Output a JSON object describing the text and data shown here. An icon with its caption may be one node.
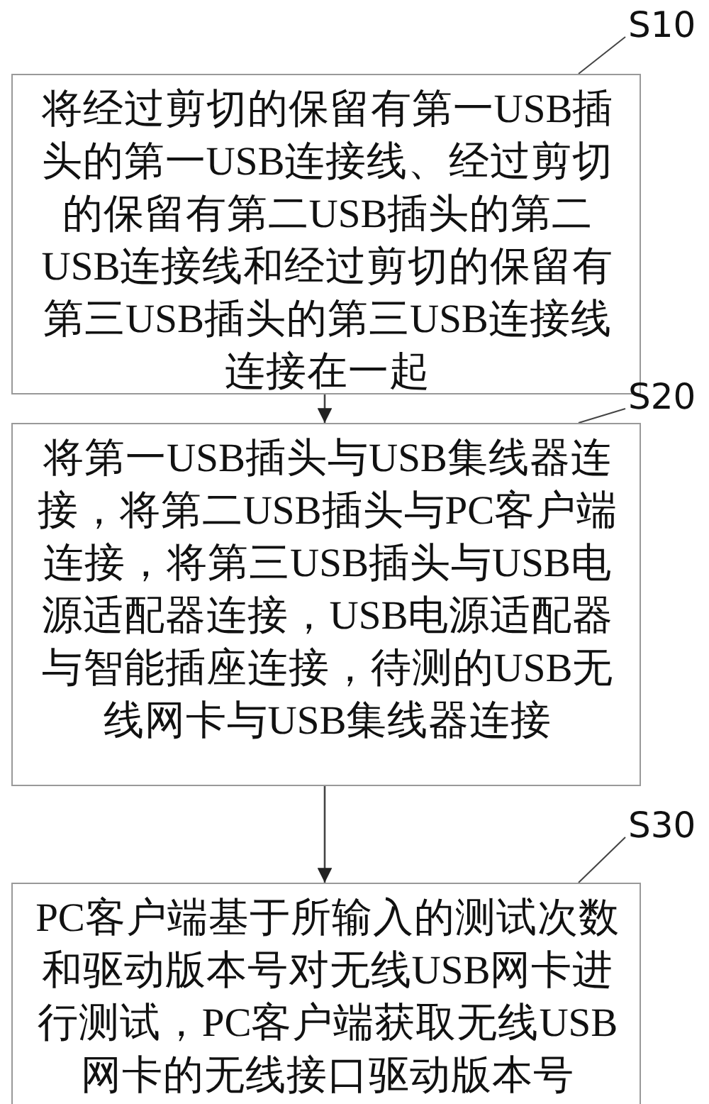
{
  "diagram": {
    "nodes": [
      {
        "text": [
          "将经过剪切的保留有第一USB插头的第一USB连接线、经过剪切的保留有第二USB插头的第二USB连接线和经过剪切的保留有第三USB插头的第三USB连接线连接在一起"
        ]
      },
      {
        "text": [
          "S10"
        ]
      },
      {
        "text": [
          "将第一USB插头与USB集线器连接，将第二USB插头与PC客户端连接，将第三USB插头与USB电源适配器连接，USB电源适配器与智能插座连接，待测的USB无线网卡与USB集线器连接"
        ]
      },
      {
        "text": [
          "S20"
        ]
      },
      {
        "text": [
          "PC客户端基于所输入的测试次数和驱动版本号对无线USB网卡进行测试，PC客户端获取无线USB网卡的无线接口驱动版本号"
        ]
      },
      {
        "text": [
          "S30"
        ]
      }
    ],
    "edges": [
      {
        "from": 0,
        "to": 2,
        "arrow": "to"
      },
      {
        "from": 2,
        "to": 4,
        "arrow": "to"
      },
      {
        "from": 1,
        "to": 0,
        "arrow": "none"
      },
      {
        "from": 3,
        "to": 2,
        "arrow": "none"
      },
      {
        "from": 5,
        "to": 4,
        "arrow": "none"
      }
    ]
  }
}
